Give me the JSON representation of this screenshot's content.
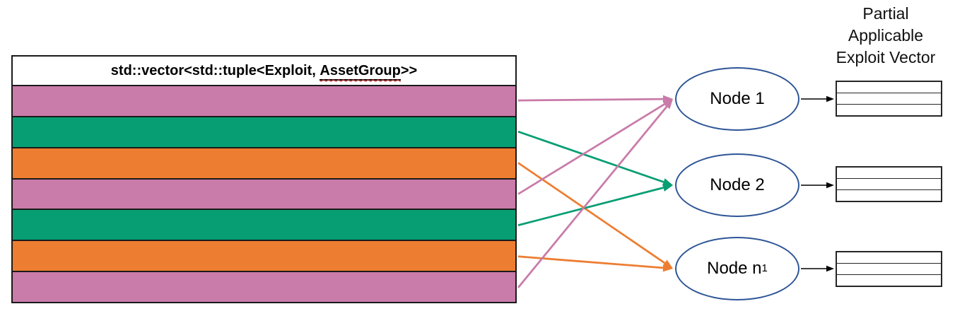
{
  "title": "Partial Applicable Exploit Vector",
  "colors": {
    "pink": "#c97ba9",
    "green": "#089e73",
    "orange": "#ed7d31",
    "node_border": "#2e5596",
    "black_arrow": "#000000"
  },
  "vector_box": {
    "header": {
      "prefix": "std::vector<std::tuple<Exploit, ",
      "underlined": "AssetGroup",
      "suffix": ">>"
    },
    "rows": [
      {
        "color": "pink"
      },
      {
        "color": "green"
      },
      {
        "color": "orange"
      },
      {
        "color": "pink"
      },
      {
        "color": "green"
      },
      {
        "color": "orange"
      },
      {
        "color": "pink"
      }
    ]
  },
  "nodes": [
    {
      "label": "Node 1",
      "sub": ""
    },
    {
      "label": "Node 2",
      "sub": ""
    },
    {
      "label": "Node n",
      "sub": "1"
    }
  ],
  "exploit_vectors": [
    {
      "row_count": 3
    },
    {
      "row_count": 3
    },
    {
      "row_count": 3
    }
  ],
  "mappings": [
    {
      "row": 0,
      "node": 0,
      "color": "pink"
    },
    {
      "row": 1,
      "node": 1,
      "color": "green"
    },
    {
      "row": 2,
      "node": 2,
      "color": "orange"
    },
    {
      "row": 3,
      "node": 0,
      "color": "pink"
    },
    {
      "row": 4,
      "node": 1,
      "color": "green"
    },
    {
      "row": 5,
      "node": 2,
      "color": "orange"
    },
    {
      "row": 6,
      "node": 0,
      "color": "pink"
    }
  ]
}
